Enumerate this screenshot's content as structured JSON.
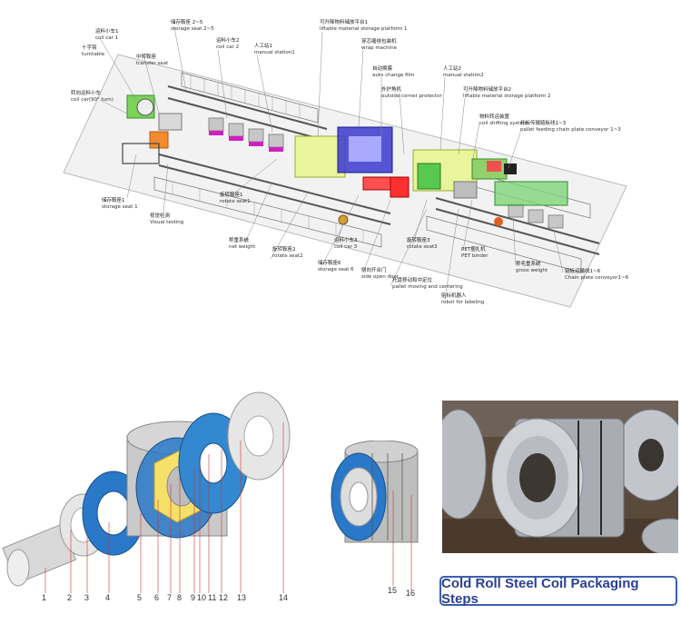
{
  "line_labels": [
    {
      "id": "coil-car-1",
      "cn": "运料小车1",
      "en": "coil car 1"
    },
    {
      "id": "storage-seat-2-5",
      "cn": "储存鞍座 2~5",
      "en": "storage seat 2~5"
    },
    {
      "id": "coil-car-2",
      "cn": "运料小车2",
      "en": "coil car 2"
    },
    {
      "id": "manual-station-1",
      "cn": "人工站1",
      "en": "manual station1"
    },
    {
      "id": "liftable-platform-1",
      "cn": "可升降物料储放平台1",
      "en": "liftable material storage platform 1"
    },
    {
      "id": "wrap-machine",
      "cn": "穿芯缠绕包装机",
      "en": "wrap machine"
    },
    {
      "id": "turntable",
      "cn": "十字臂",
      "en": "turntable"
    },
    {
      "id": "transfer-seat",
      "cn": "中转鞍座",
      "en": "transfer seat"
    },
    {
      "id": "auto-change-film",
      "cn": "自动换膜",
      "en": "auto change film"
    },
    {
      "id": "outside-corner-protector",
      "cn": "外护角机",
      "en": "outside corner protector"
    },
    {
      "id": "manual-station-2",
      "cn": "人工站2",
      "en": "manual station2"
    },
    {
      "id": "liftable-platform-2",
      "cn": "可升降物料储放平台2",
      "en": "liftable material storage platform 2"
    },
    {
      "id": "coil-car-90",
      "cn": "转向运料小车",
      "en": "coil car(90° turn)"
    },
    {
      "id": "coil-shifting-system",
      "cn": "物料转运装置",
      "en": "coil shifting system"
    },
    {
      "id": "chain-conveyor-1-3",
      "cn": "托板传输链板线1~3",
      "en": "pallet feeding chain plate conveyor 1~3"
    },
    {
      "id": "storage-seat-1",
      "cn": "储存鞍座1",
      "en": "storage seat 1"
    },
    {
      "id": "visual-testing",
      "cn": "视觉检测",
      "en": "Visual testing"
    },
    {
      "id": "rotate-seat-1",
      "cn": "旋转鞍座1",
      "en": "rotate seat1"
    },
    {
      "id": "net-weight",
      "cn": "称重系统",
      "en": "net weight"
    },
    {
      "id": "rotate-seat-2",
      "cn": "旋转鞍座2",
      "en": "rotate seat2"
    },
    {
      "id": "coil-car-3",
      "cn": "运料小车3",
      "en": "coil car 3"
    },
    {
      "id": "storage-seat-6",
      "cn": "储存鞍座6",
      "en": "storage seat 6"
    },
    {
      "id": "side-open-door",
      "cn": "侧向开合门",
      "en": "side open door"
    },
    {
      "id": "rotate-seat-3",
      "cn": "旋转鞍座3",
      "en": "rotate seat3"
    },
    {
      "id": "pallet-moving-centering",
      "cn": "托盘移动和中定位",
      "en": "pallet moving and centering"
    },
    {
      "id": "pet-binder",
      "cn": "PET捆扎机",
      "en": "PET binder"
    },
    {
      "id": "robot-labeling",
      "cn": "贴标机器人",
      "en": "robot for labeling"
    },
    {
      "id": "gross-weight",
      "cn": "称毛重系统",
      "en": "gross weight"
    },
    {
      "id": "chain-conveyor-1-6",
      "cn": "链板运输线1~6",
      "en": "Chain plate conveyor1~6"
    }
  ],
  "exploded_numbers": [
    "1",
    "2",
    "3",
    "4",
    "5",
    "6",
    "7",
    "8",
    "9",
    "10",
    "11",
    "12",
    "13",
    "14"
  ],
  "packed_numbers": [
    "15",
    "16"
  ],
  "caption": "Cold Roll Steel Coil Packaging Steps"
}
